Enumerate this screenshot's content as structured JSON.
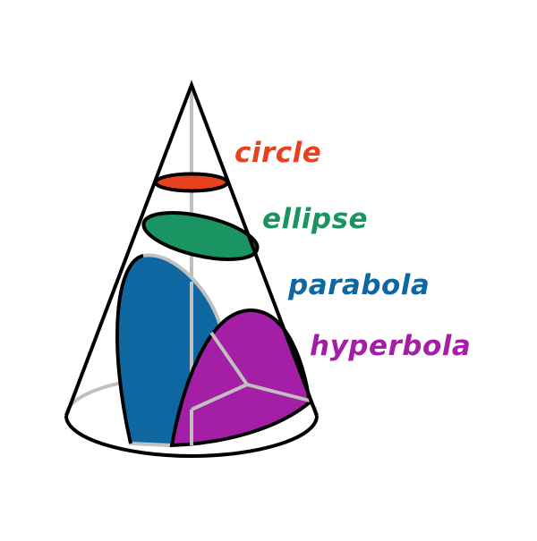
{
  "labels": {
    "circle": "circle",
    "ellipse": "ellipse",
    "parabola": "parabola",
    "hyperbola": "hyperbola"
  },
  "colors": {
    "circle": "#e8411f",
    "ellipse": "#1a9463",
    "parabola": "#0f67a1",
    "hyperbola": "#a41ea6",
    "outline": "#000000",
    "axis": "#c0c0c0",
    "background": "#ffffff"
  }
}
